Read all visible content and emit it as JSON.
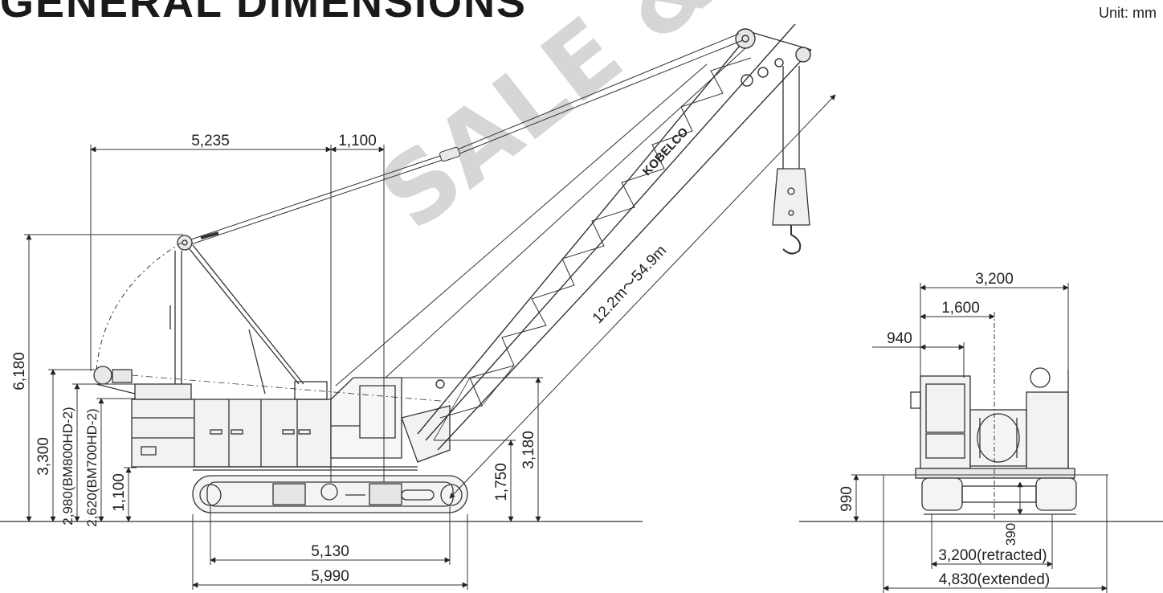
{
  "page": {
    "title": "GENERAL DIMENSIONS",
    "unit": "Unit: mm",
    "watermark": "SALE &"
  },
  "crane": {
    "brand_on_boom": "KOBELCO"
  },
  "side_view": {
    "dim_top_left": "5,235",
    "dim_top_right": "1,100",
    "dim_boom_length": "12.2m〜54.9m",
    "dim_height_total": "6,180",
    "dim_height_3300": "3,300",
    "dim_height_bm800": "2,980(BM800HD-2)",
    "dim_height_bm700": "2,620(BM700HD-2)",
    "dim_height_1100": "1,100",
    "dim_height_1750": "1,750",
    "dim_height_3180": "3,180",
    "dim_tumbler_center": "5,130",
    "dim_crawler_length": "5,990"
  },
  "rear_view": {
    "dim_width_3200": "3,200",
    "dim_half_1600": "1,600",
    "dim_940": "940",
    "dim_990": "990",
    "dim_390": "390",
    "dim_retracted": "3,200(retracted)",
    "dim_extended": "4,830(extended)"
  }
}
